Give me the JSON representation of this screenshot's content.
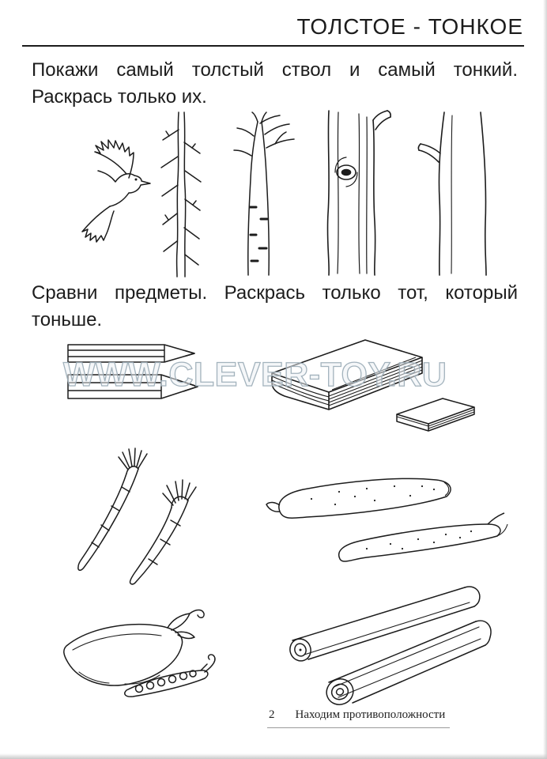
{
  "header": {
    "title": "ТОЛСТОЕ - ТОНКОЕ"
  },
  "tasks": {
    "task1_line1": "Покажи самый толстый ствол и самый тонкий.",
    "task1_line2": "Раскрась только их.",
    "task2_line1": "Сравни предметы. Раскрась только тот, который",
    "task2_line2": "тоньше."
  },
  "watermark": {
    "text": "WWW.CLEVER-TOY.RU"
  },
  "footer": {
    "page_number": "2",
    "series_title": "Находим противоположности"
  },
  "illustrations": {
    "row1": [
      "flying-bird",
      "thin-spruce-trunk",
      "birch-trunk",
      "thick-trunk-with-knot",
      "thick-trunk"
    ],
    "row2": [
      "thin-pencil",
      "thick-pencil",
      "thick-book",
      "thin-book"
    ],
    "row3": [
      "thin-carrot",
      "thick-carrot",
      "thick-cucumber",
      "thin-cucumber"
    ],
    "row4": [
      "thick-pea-pod",
      "thin-pea-pod",
      "thin-roll",
      "thick-roll"
    ]
  },
  "colors": {
    "ink": "#1c1c1c",
    "watermark_outline": "#9fafba",
    "rule": "#1c1c1c"
  }
}
